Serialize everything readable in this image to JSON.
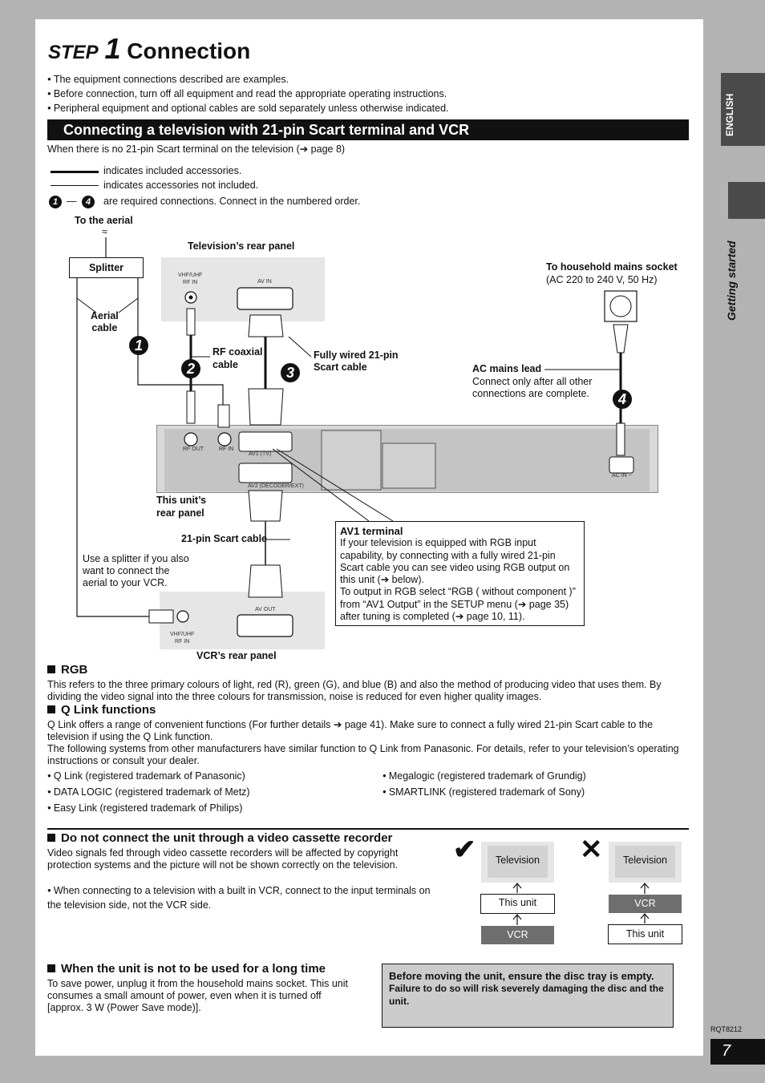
{
  "header": {
    "step": "STEP",
    "step_num": "1",
    "title": "Connection"
  },
  "intro_bullets": [
    "The equipment connections described are examples.",
    "Before connection, turn off all equipment and read the appropriate operating instructions.",
    "Peripheral equipment and optional cables are sold separately unless otherwise indicated."
  ],
  "section_title": "Connecting a television with 21-pin Scart terminal and VCR",
  "section_note": "When there is no 21-pin Scart terminal on the television (➔ page 8)",
  "legend": {
    "included": "indicates included accessories.",
    "not_included": "indicates accessories not included.",
    "num_from": "1",
    "num_dash": "—",
    "num_to": "4",
    "required": "are required connections. Connect in the numbered order."
  },
  "diagram": {
    "to_aerial": "To the aerial",
    "tv_rear_panel": "Television’s rear panel",
    "splitter": "Splitter",
    "aerial_cable": "Aerial\ncable",
    "vhf_uhf": "VHF/UHF\nRF IN",
    "av_in": "AV IN",
    "rf_coaxial": "RF coaxial\ncable",
    "fully_wired": "Fully wired 21-pin\nScart cable",
    "household": "To household mains socket",
    "household_volt": "(AC 220 to 240 V, 50 Hz)",
    "ac_mains_lead": "AC mains lead",
    "ac_mains_note": "Connect only after all other\nconnections are complete.",
    "unit_rear_panel": "This unit’s\nrear panel",
    "rf_out": "RF OUT",
    "rf_in": "RF IN",
    "av1_label": "AV1 (TV)",
    "av2_label": "AV2 (DECODER/EXT)",
    "ac_in": "AC IN ~",
    "scart_21": "21-pin Scart cable",
    "splitter_note": "Use a splitter if you also\nwant to connect the\naerial to your VCR.",
    "av_out": "AV OUT",
    "vcr_rear_panel": "VCR’s rear panel",
    "step1": "1",
    "step2": "2",
    "step3": "3",
    "step4": "4",
    "antenna_glyph": "≈"
  },
  "av1_box": {
    "heading": "AV1 terminal",
    "text1": "If your television is equipped with RGB input capability, by connecting with a fully wired 21-pin Scart cable you can see video using RGB output on this unit (➔ below).",
    "text2": "To output in RGB select “RGB ( without component )” from “AV1 Output” in the SETUP menu (➔ page 35) after tuning is completed (➔ page 10, 11)."
  },
  "rgb": {
    "heading": "RGB",
    "text": "This refers to the three primary colours of light, red (R), green (G), and blue (B) and also the method of producing video that uses them. By dividing the video signal into the three colours for transmission, noise is reduced for even higher quality images."
  },
  "qlink": {
    "heading": "Q Link functions",
    "text1": "Q Link offers a range of convenient functions (For further details ➔ page 41). Make sure to connect a fully wired 21-pin Scart cable to the television if using the Q Link function.",
    "text2": "The following systems from other manufacturers have similar function to Q Link from Panasonic. For details, refer to your television’s operating instructions or consult your dealer.",
    "left": [
      "Q Link (registered trademark of Panasonic)",
      "DATA LOGIC (registered trademark of Metz)",
      "Easy Link (registered trademark of Philips)"
    ],
    "right": [
      "Megalogic (registered trademark of Grundig)",
      "SMARTLINK (registered trademark of Sony)"
    ]
  },
  "vcr_section": {
    "heading": "Do not connect the unit through a video cassette recorder",
    "text": "Video signals fed through video cassette recorders will be affected by copyright protection systems and the picture will not be shown correctly on the television.",
    "bullet": "When connecting to a television with a built in VCR, connect to the input terminals on the television side, not the VCR side.",
    "good_mark": "✔",
    "bad_mark": "✕",
    "television": "Television",
    "this_unit": "This unit",
    "vcr": "VCR"
  },
  "long_time": {
    "heading": "When the unit is not to be used for a long time",
    "text": "To save power, unplug it from the household mains socket. This unit consumes a small amount of power, even when it is turned off [approx. 3 W (Power Save mode)]."
  },
  "warning": {
    "line1": "Before moving the unit, ensure the disc tray is empty.",
    "line2": "Failure to do so will risk severely damaging the disc and the unit."
  },
  "side": {
    "english": "ENGLISH",
    "getting_started": "Getting started"
  },
  "footer": {
    "code": "RQT8212",
    "page": "7"
  },
  "colors": {
    "page_bg": "#b3b3b3",
    "bar": "#111111",
    "panel_gray": "#e6e6e6",
    "dark_box": "#6e6e6e"
  }
}
